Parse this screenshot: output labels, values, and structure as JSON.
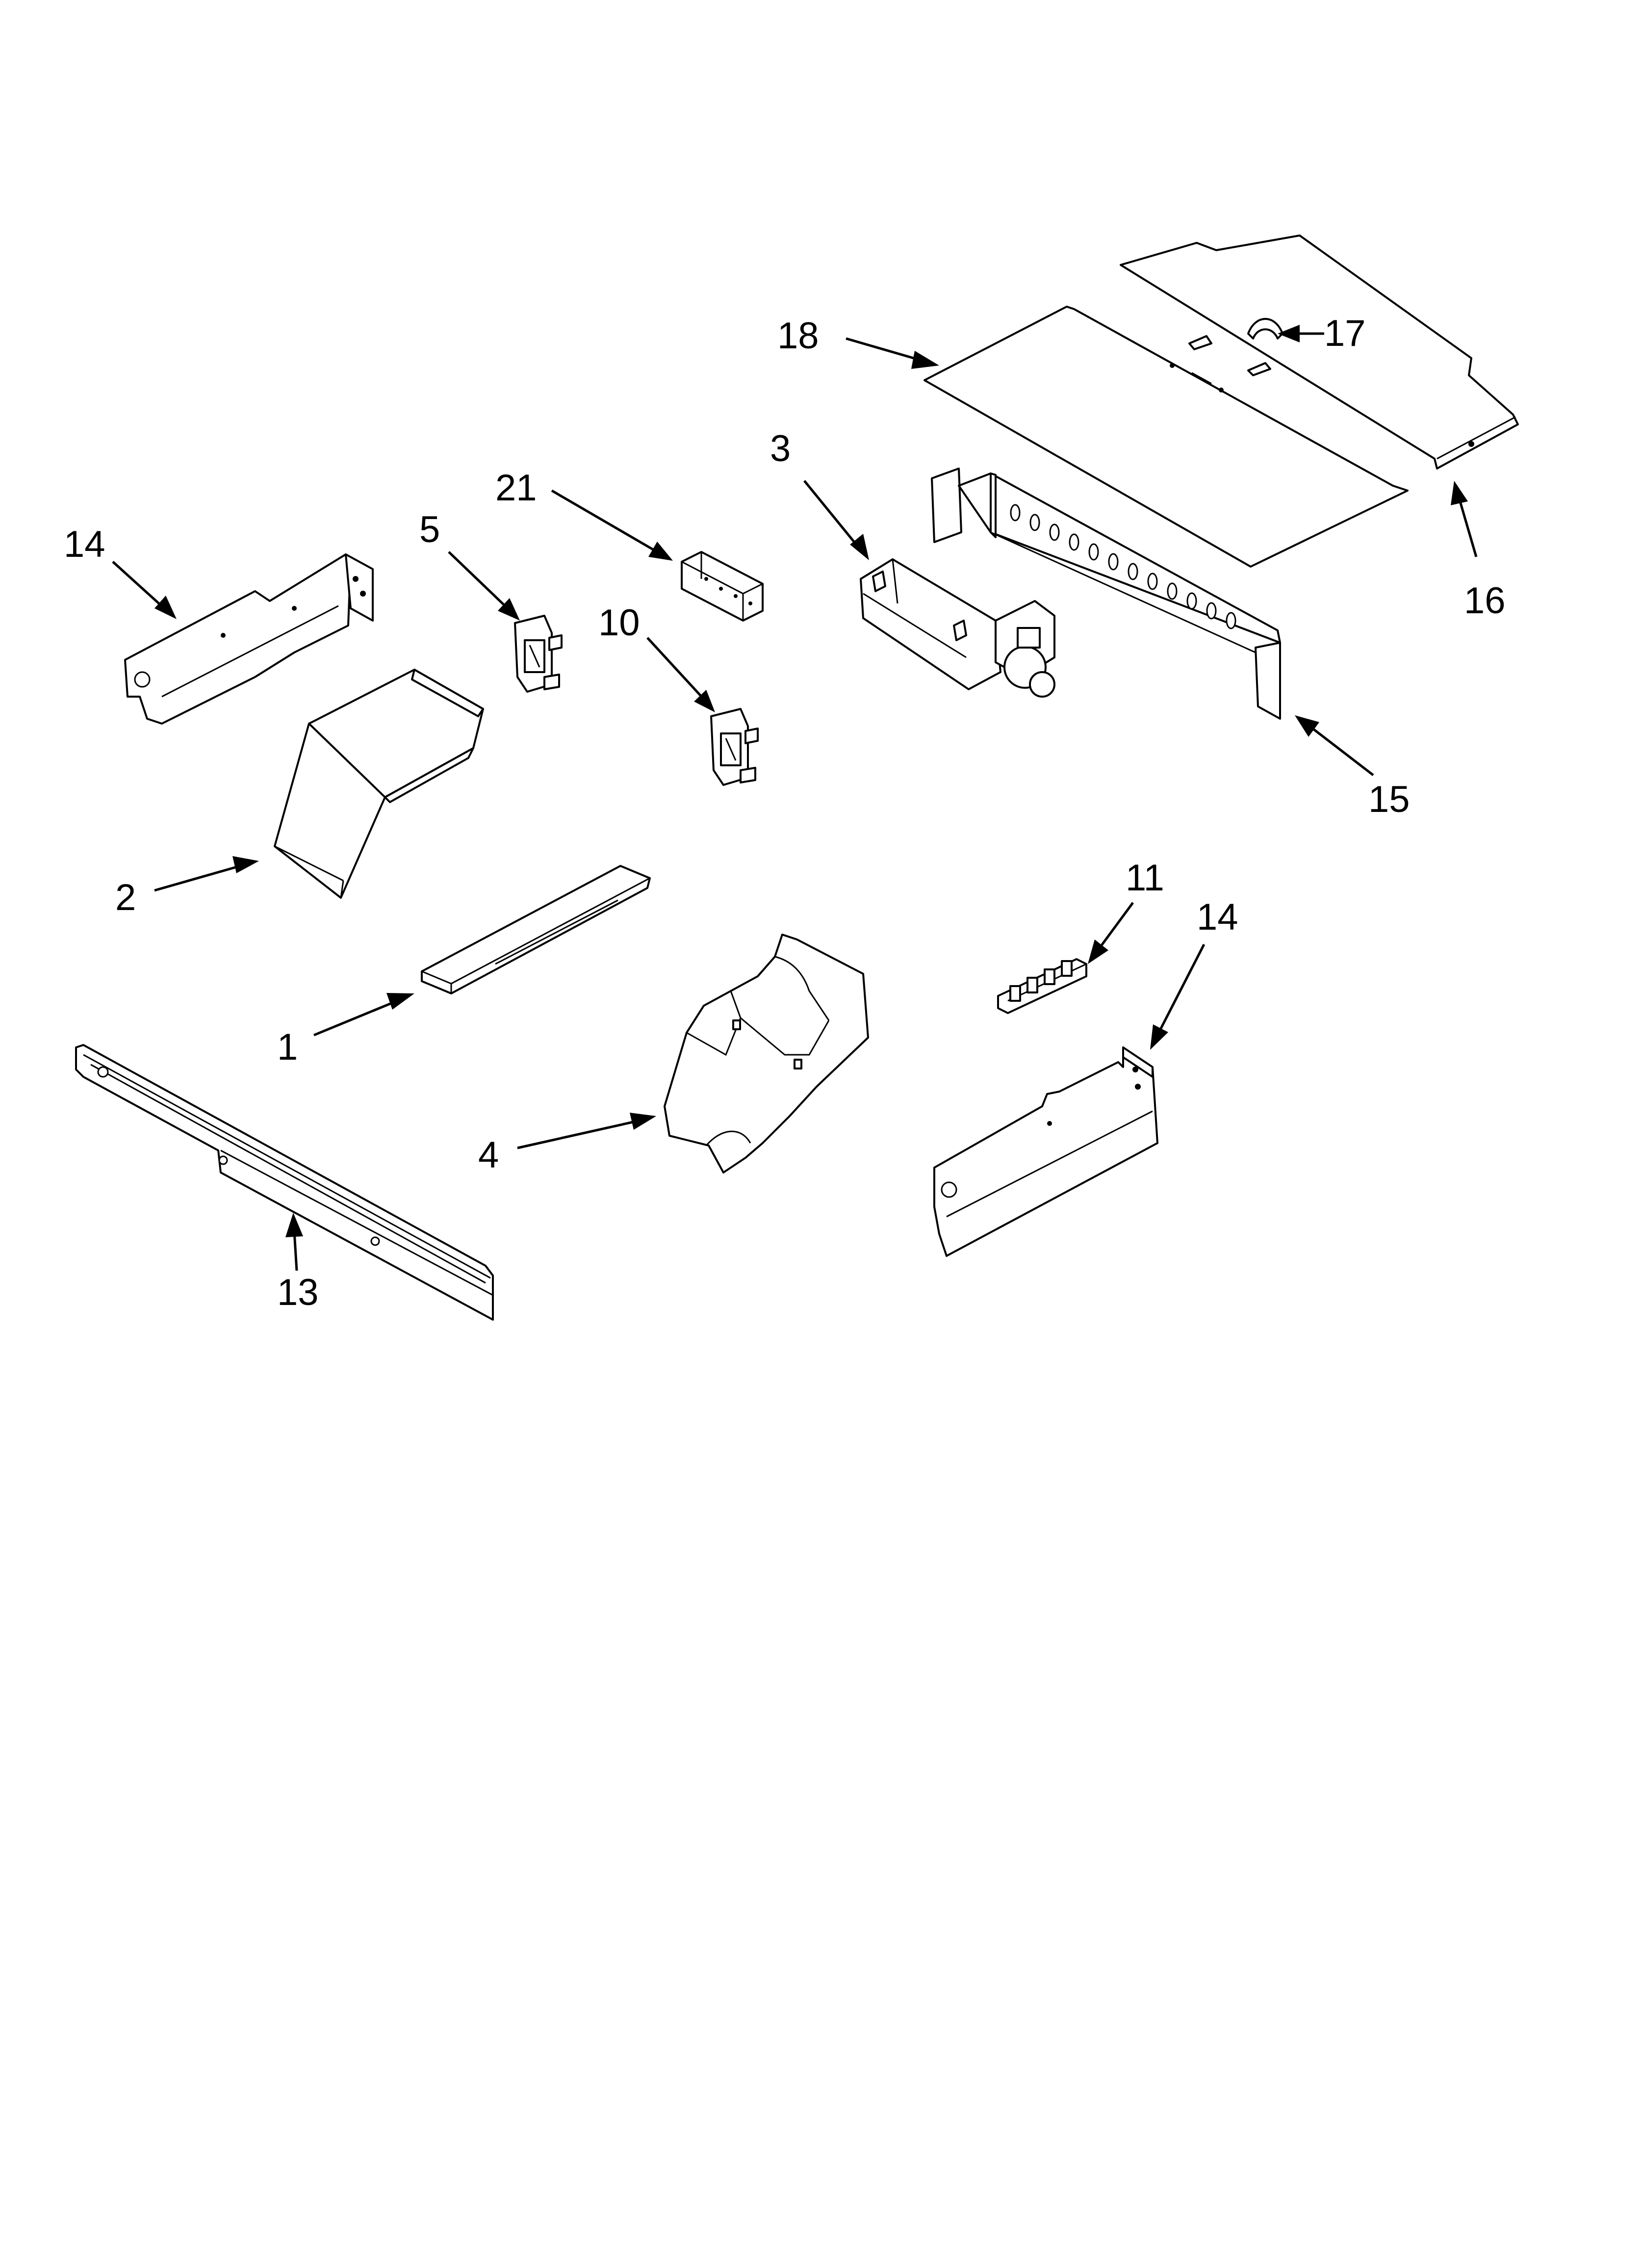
{
  "diagram": {
    "callouts": [
      {
        "id": "c18",
        "label": "18"
      },
      {
        "id": "c17",
        "label": "17"
      },
      {
        "id": "c16",
        "label": "16"
      },
      {
        "id": "c3",
        "label": "3"
      },
      {
        "id": "c21",
        "label": "21"
      },
      {
        "id": "c14a",
        "label": "14"
      },
      {
        "id": "c5",
        "label": "5"
      },
      {
        "id": "c10",
        "label": "10"
      },
      {
        "id": "c15",
        "label": "15"
      },
      {
        "id": "c2",
        "label": "2"
      },
      {
        "id": "c11",
        "label": "11"
      },
      {
        "id": "c14b",
        "label": "14"
      },
      {
        "id": "c1",
        "label": "1"
      },
      {
        "id": "c4",
        "label": "4"
      },
      {
        "id": "c13",
        "label": "13"
      }
    ]
  }
}
